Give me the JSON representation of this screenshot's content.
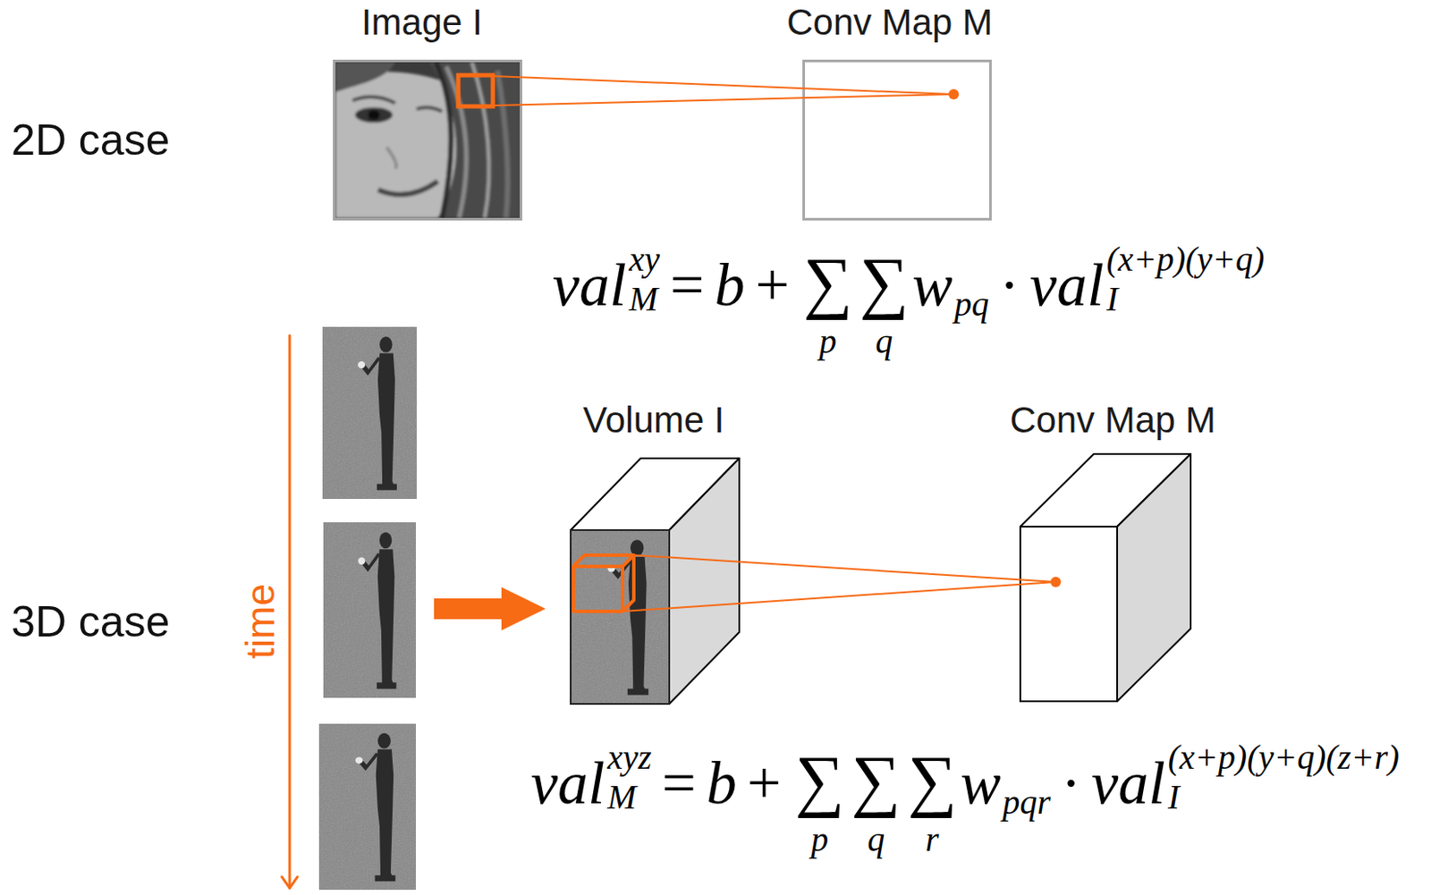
{
  "diagram": {
    "nodes": [
      {
        "text": [
          "Image I"
        ]
      },
      {
        "text": [
          "Conv Map M"
        ]
      },
      {
        "text": [
          "Volume I"
        ]
      },
      {
        "text": [
          "Conv Map M"
        ]
      }
    ],
    "edges": [
      {
        "from": 0,
        "to": 1,
        "arrow": "none"
      },
      {
        "from": 2,
        "to": 3,
        "arrow": "none"
      }
    ],
    "labels": [
      "2D case",
      "3D case",
      "time",
      "val",
      "M",
      "xy",
      "=",
      "b",
      "+",
      "∑",
      "p",
      "∑",
      "q",
      "w",
      "pq",
      "·",
      "val",
      "I",
      "(x+p)(y+q)",
      "val",
      "M",
      "xyz",
      "=",
      "b",
      "+",
      "∑",
      "p",
      "∑",
      "q",
      "∑",
      "r",
      "w",
      "pqr",
      "·",
      "val",
      "I",
      "(x+p)(y+q)(z+r)"
    ]
  }
}
